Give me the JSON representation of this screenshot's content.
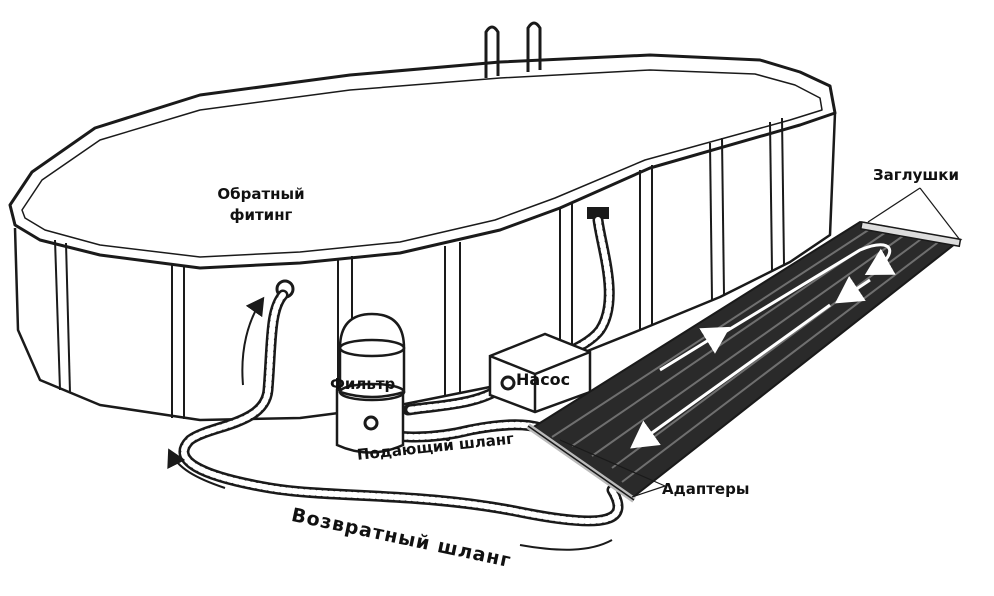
{
  "labels": {
    "return_fitting_line1": "Обратный",
    "return_fitting_line2": "фитинг",
    "filter": "Фильтр",
    "pump": "Насос",
    "plugs": "Заглушки",
    "adapters": "Адаптеры",
    "supply_hose": "Подающий шланг",
    "return_hose": "Возвратный шланг"
  },
  "colors": {
    "line": "#1a1a1a",
    "panel": "#2a2a2a",
    "background": "#ffffff"
  }
}
